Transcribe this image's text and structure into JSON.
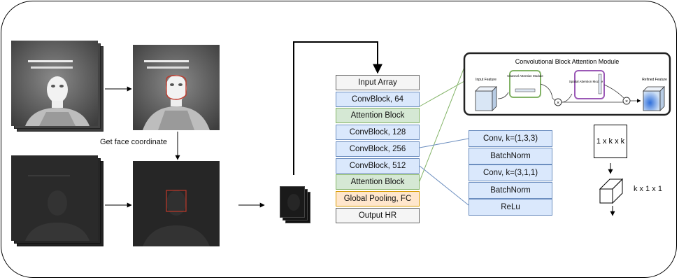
{
  "preprocess": {
    "get_face_label": "Get face coordinate"
  },
  "network": {
    "layers": [
      {
        "label": "Input Array",
        "style": "gray"
      },
      {
        "label": "ConvBlock, 64",
        "style": "blue"
      },
      {
        "label": "Attention Block",
        "style": "green"
      },
      {
        "label": "ConvBlock, 128",
        "style": "blue"
      },
      {
        "label": "ConvBlock, 256",
        "style": "blue"
      },
      {
        "label": "ConvBlock, 512",
        "style": "blue"
      },
      {
        "label": "Attention Block",
        "style": "green"
      },
      {
        "label": "Global Pooling, FC",
        "style": "orange"
      },
      {
        "label": "Output HR",
        "style": "gray"
      }
    ]
  },
  "convblock_detail": {
    "items": [
      "Conv, k=(1,3,3)",
      "BatchNorm",
      "Conv, k=(3,1,1)",
      "BatchNorm",
      "ReLu"
    ]
  },
  "cbam": {
    "title": "Convolutional Block Attention Module",
    "input_label": "Input Feature",
    "channel_label": "Channel Attention Module",
    "spatial_label": "Spatial Attention Module",
    "refined_label": "Refined Feature"
  },
  "kernel": {
    "top_label": "1 x k x k",
    "side_label": "k x 1 x 1"
  },
  "colors": {
    "blue_fill": "#dae8fc",
    "green_fill": "#d5e8d4",
    "orange_fill": "#ffe6cc",
    "gray_fill": "#f5f5f5",
    "face_box": "#c0392b",
    "cbam_connector": "#82b366",
    "convblock_connector": "#6c8ebf"
  }
}
